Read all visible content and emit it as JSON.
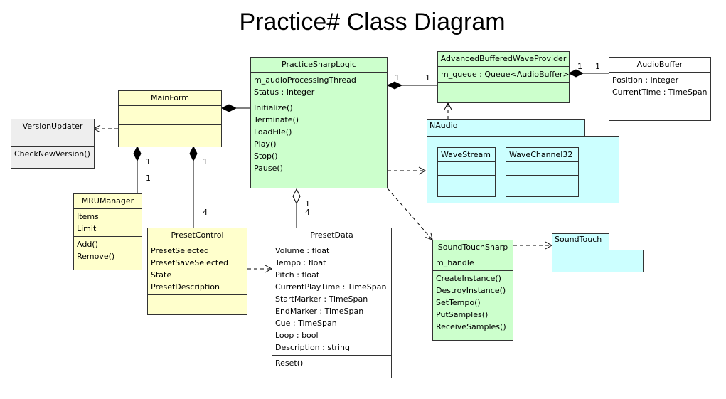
{
  "title": "Practice# Class Diagram",
  "classes": {
    "practice_sharp_logic": {
      "name": "PracticeSharpLogic",
      "attributes": [
        "m_audioProcessingThread",
        "Status : Integer"
      ],
      "operations": [
        "Initialize()",
        "Terminate()",
        "LoadFile()",
        "Play()",
        "Stop()",
        "Pause()"
      ]
    },
    "advanced_buffered_wave_provider": {
      "name": "AdvancedBufferedWaveProvider",
      "attributes": [
        "m_queue : Queue<AudioBuffer>"
      ]
    },
    "audio_buffer": {
      "name": "AudioBuffer",
      "attributes": [
        "Position : Integer",
        "CurrentTime : TimeSpan"
      ]
    },
    "main_form": {
      "name": "MainForm"
    },
    "version_updater": {
      "name": "VersionUpdater",
      "operations": [
        "CheckNewVersion()"
      ]
    },
    "mru_manager": {
      "name": "MRUManager",
      "attributes": [
        "Items",
        "Limit"
      ],
      "operations": [
        "Add()",
        "Remove()"
      ]
    },
    "preset_control": {
      "name": "PresetControl",
      "attributes": [
        "PresetSelected",
        "PresetSaveSelected",
        "State",
        "PresetDescription"
      ]
    },
    "preset_data": {
      "name": "PresetData",
      "attributes": [
        "Volume : float",
        "Tempo : float",
        "Pitch : float",
        "CurrentPlayTime : TimeSpan",
        "StartMarker : TimeSpan",
        "EndMarker : TimeSpan",
        "Cue : TimeSpan",
        "Loop : bool",
        "Description : string"
      ],
      "operations": [
        "Reset()"
      ]
    },
    "sound_touch_sharp": {
      "name": "SoundTouchSharp",
      "attributes": [
        "m_handle"
      ],
      "operations": [
        "CreateInstance()",
        "DestroyInstance()",
        "SetTempo()",
        "PutSamples()",
        "ReceiveSamples()"
      ]
    }
  },
  "packages": {
    "naudio": {
      "name": "NAudio",
      "classes": [
        "WaveStream",
        "WaveChannel32"
      ]
    },
    "sound_touch": {
      "name": "SoundTouch"
    }
  },
  "multiplicities": {
    "logic_abwp_source": "1",
    "logic_abwp_target": "1",
    "abwp_audiobuffer_source": "1",
    "abwp_audiobuffer_target": "1",
    "mainform_mru_source": "1",
    "mainform_mru_target": "1",
    "mainform_presetcontrol_source": "1",
    "mainform_presetcontrol_target": "4",
    "logic_presetdata_source": "1",
    "logic_presetdata_target": "4"
  },
  "colors": {
    "yellow": "#ffffcc",
    "green": "#ccffcc",
    "cyan": "#ccffff",
    "gray": "#eeeeee",
    "white": "#ffffff"
  }
}
